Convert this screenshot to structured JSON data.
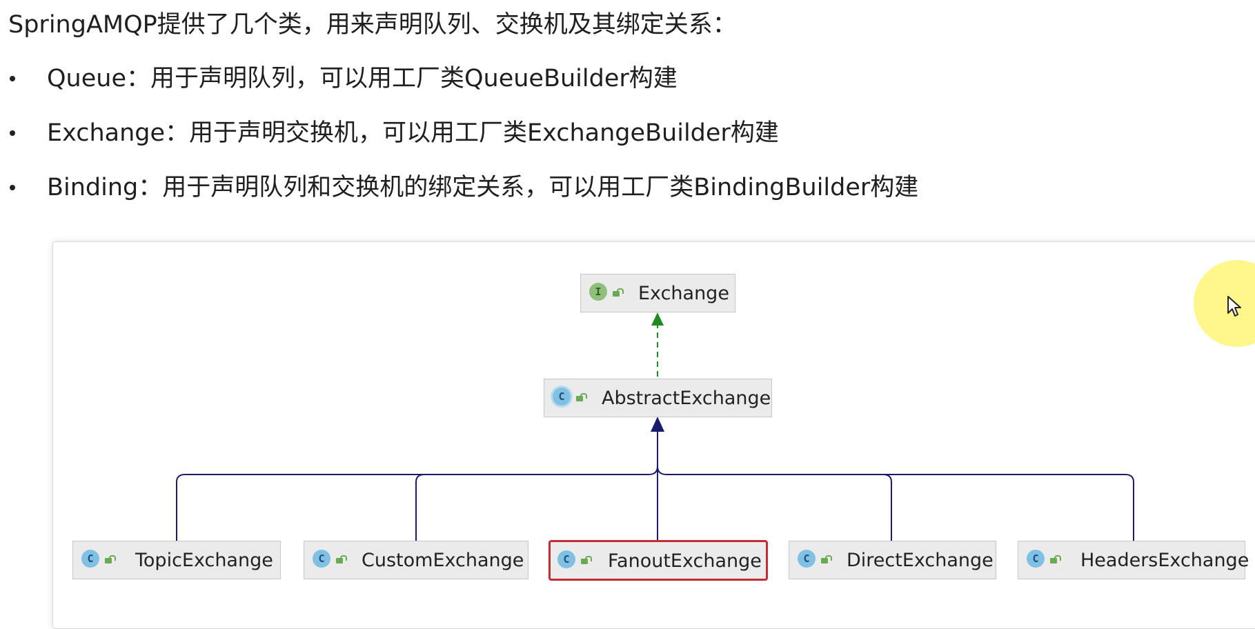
{
  "intro": "SpringAMQP提供了几个类，用来声明队列、交换机及其绑定关系：",
  "bullets": [
    "Queue：用于声明队列，可以用工厂类QueueBuilder构建",
    "Exchange：用于声明交换机，可以用工厂类ExchangeBuilder构建",
    "Binding：用于声明队列和交换机的绑定关系，可以用工厂类BindingBuilder构建"
  ],
  "diagram": {
    "nodes": {
      "exchange": {
        "kind": "I",
        "label": "Exchange"
      },
      "abstract_exchange": {
        "kind": "C",
        "label": "AbstractExchange"
      },
      "topic_exchange": {
        "kind": "C",
        "label": "TopicExchange"
      },
      "custom_exchange": {
        "kind": "C",
        "label": "CustomExchange"
      },
      "fanout_exchange": {
        "kind": "C",
        "label": "FanoutExchange"
      },
      "direct_exchange": {
        "kind": "C",
        "label": "DirectExchange"
      },
      "headers_exchange": {
        "kind": "C",
        "label": "HeadersExchange"
      }
    },
    "selected": "fanout_exchange",
    "colors": {
      "implements_edge": "#1f8a1f",
      "extends_edge": "#1a1a6e",
      "selected_border": "#c42b34"
    }
  }
}
